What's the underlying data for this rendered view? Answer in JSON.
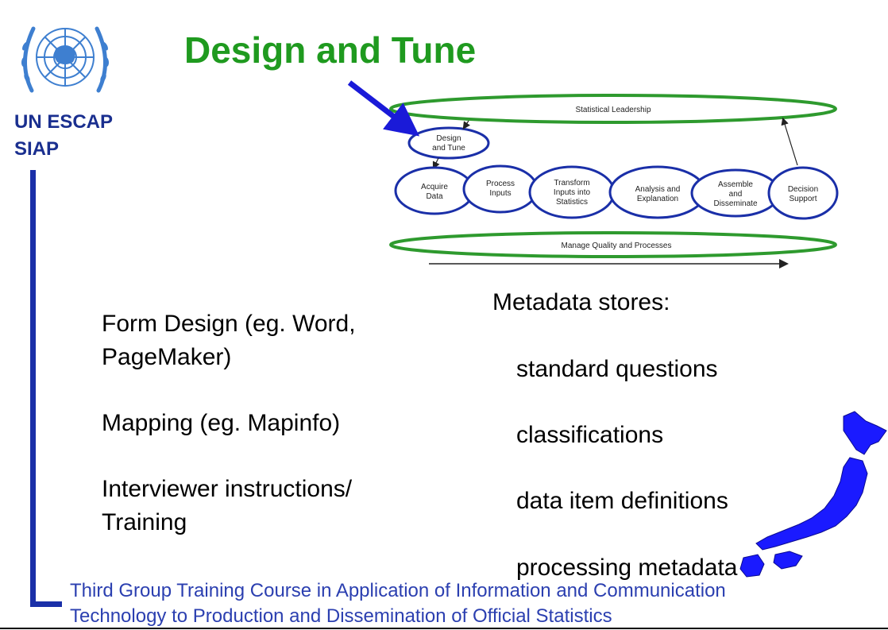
{
  "title": "Design and Tune",
  "organization": [
    "UN ESCAP",
    "SIAP"
  ],
  "diagram": {
    "top_band": "Statistical Leadership",
    "bottom_band": "Manage Quality and Processes",
    "highlighted_step": [
      "Design",
      "and Tune"
    ],
    "steps": [
      {
        "lines": [
          "Acquire",
          "Data"
        ]
      },
      {
        "lines": [
          "Process",
          "Inputs"
        ]
      },
      {
        "lines": [
          "Transform",
          "Inputs into",
          "Statistics"
        ]
      },
      {
        "lines": [
          "Analysis and",
          "Explanation"
        ]
      },
      {
        "lines": [
          "Assemble",
          "and",
          "Disseminate"
        ]
      },
      {
        "lines": [
          "Decision",
          "Support"
        ]
      }
    ]
  },
  "left_bullets": [
    {
      "lines": [
        "Form Design (eg. Word,",
        "PageMaker)"
      ]
    },
    {
      "lines": [
        "Mapping (eg. Mapinfo)"
      ]
    },
    {
      "lines": [
        "Interviewer instructions/",
        "Training"
      ]
    }
  ],
  "right_heading": "Metadata stores:",
  "right_items": [
    "standard questions",
    "classifications",
    "data item definitions",
    "processing metadata"
  ],
  "bullet_glyph": "",
  "footer": [
    "Third Group Training Course in Application of Information and Communication",
    "Technology to Production and Dissemination of Official Statistics"
  ],
  "colors": {
    "title": "#1f9a1f",
    "accent_blue": "#1a2fa8",
    "band_green": "#2e9a2e",
    "map_blue": "#1a1aff"
  }
}
